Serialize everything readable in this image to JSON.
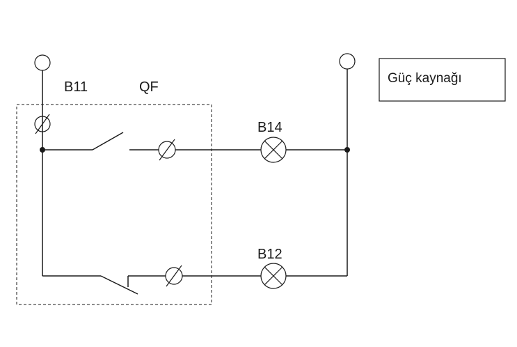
{
  "labels": {
    "b11": "B11",
    "qf": "QF",
    "b14": "B14",
    "b12": "B12",
    "power_source": "Güç kaynağı"
  }
}
